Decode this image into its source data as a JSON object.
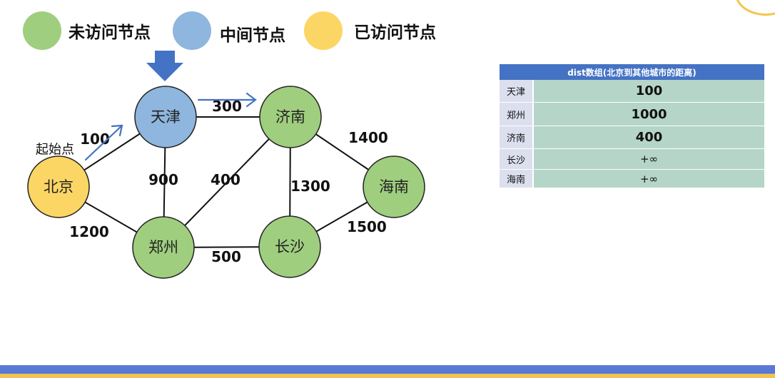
{
  "legend": [
    {
      "label": "未访问节点",
      "color": "#9fce7f"
    },
    {
      "label": "中间节点",
      "color": "#8eb6de"
    },
    {
      "label": "已访问节点",
      "color": "#fcd665"
    }
  ],
  "colors": {
    "unvisited": "#9fce7f",
    "middle": "#8eb6de",
    "visited": "#fcd665",
    "arrow": "#4472c4",
    "table_header": "#4472c4",
    "table_value_bg": "#b5d5c9",
    "table_city_bg": "#dcdfee"
  },
  "graph": {
    "start_label": "起始点",
    "nodes": {
      "beijing": {
        "label": "北京",
        "state": "visited"
      },
      "tianjin": {
        "label": "天津",
        "state": "middle"
      },
      "jinan": {
        "label": "济南",
        "state": "unvisited"
      },
      "zhengzhou": {
        "label": "郑州",
        "state": "unvisited"
      },
      "changsha": {
        "label": "长沙",
        "state": "unvisited"
      },
      "hainan": {
        "label": "海南",
        "state": "unvisited"
      }
    },
    "edges": [
      {
        "from": "beijing",
        "to": "tianjin",
        "weight": "100"
      },
      {
        "from": "beijing",
        "to": "zhengzhou",
        "weight": "1200"
      },
      {
        "from": "tianjin",
        "to": "jinan",
        "weight": "300"
      },
      {
        "from": "tianjin",
        "to": "zhengzhou",
        "weight": "900"
      },
      {
        "from": "zhengzhou",
        "to": "jinan",
        "weight": "400"
      },
      {
        "from": "zhengzhou",
        "to": "changsha",
        "weight": "500"
      },
      {
        "from": "jinan",
        "to": "changsha",
        "weight": "1300"
      },
      {
        "from": "jinan",
        "to": "hainan",
        "weight": "1400"
      },
      {
        "from": "changsha",
        "to": "hainan",
        "weight": "1500"
      }
    ]
  },
  "dist_table": {
    "header": "dist数组(北京到其他城市的距离)",
    "rows": [
      {
        "city": "天津",
        "value": "100"
      },
      {
        "city": "郑州",
        "value": "1000"
      },
      {
        "city": "济南",
        "value": "400"
      },
      {
        "city": "长沙",
        "value": "+∞"
      },
      {
        "city": "海南",
        "value": "+∞"
      }
    ]
  }
}
